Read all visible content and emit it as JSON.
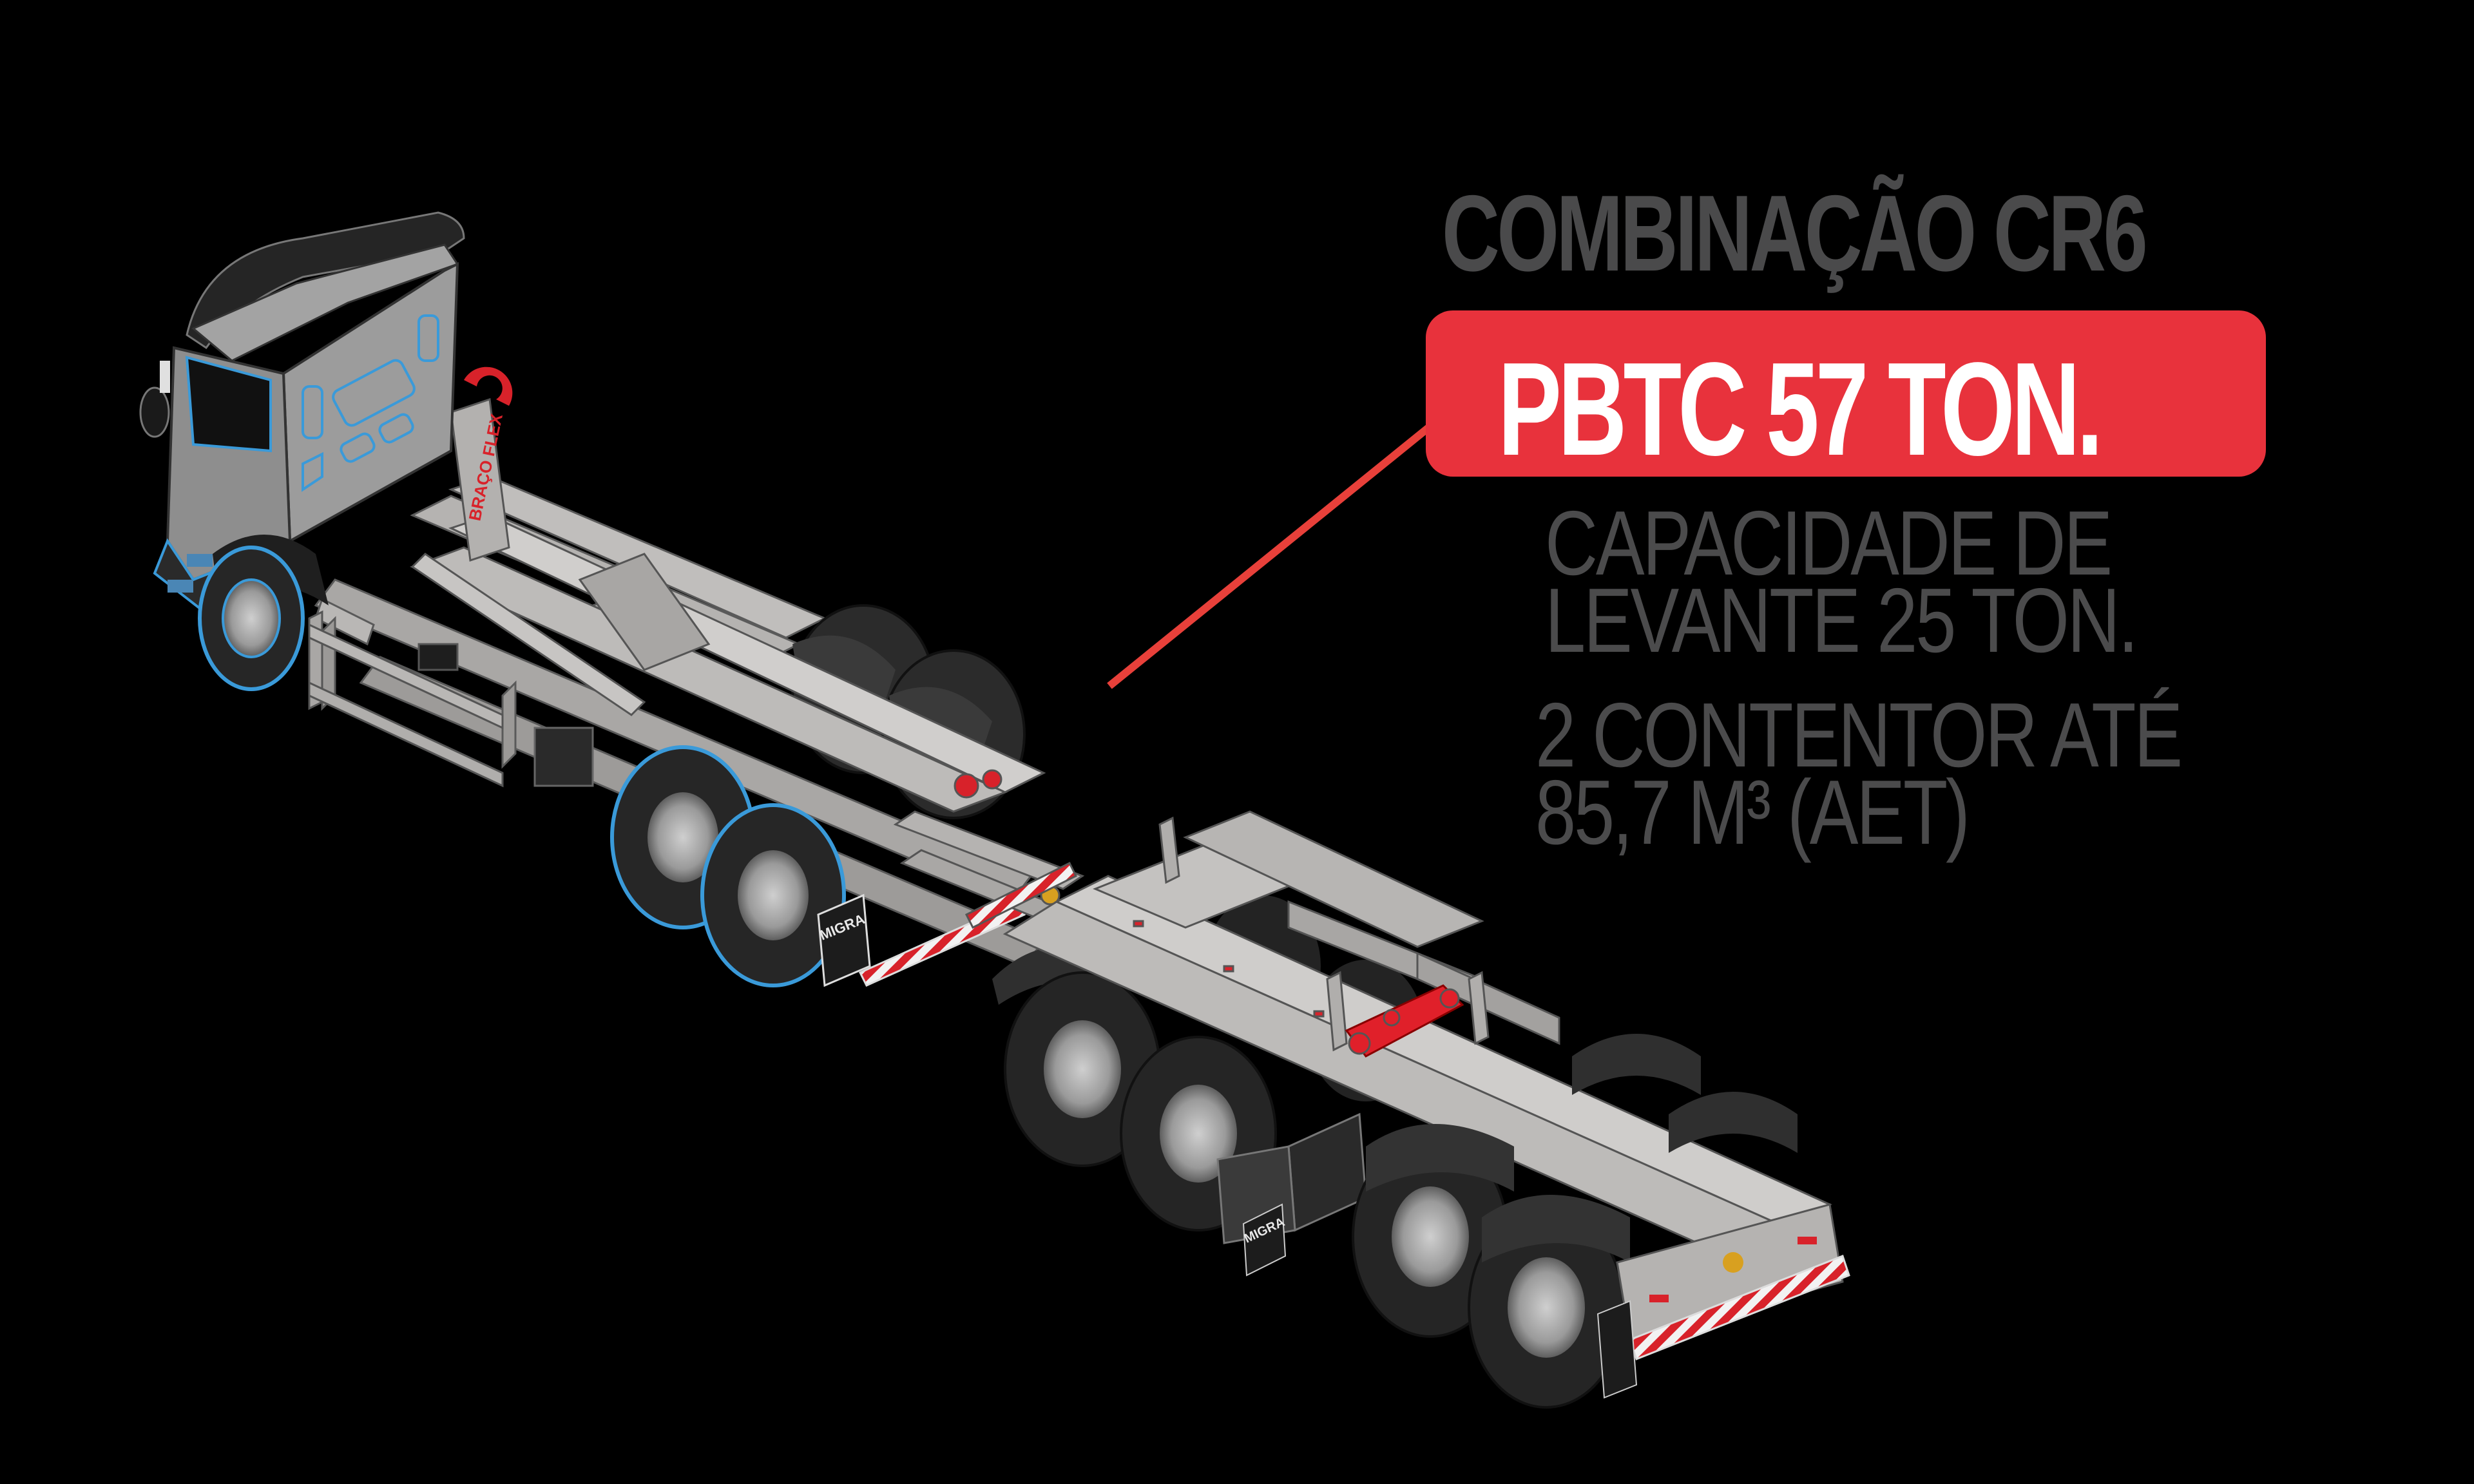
{
  "headline": {
    "title": "COMBINAÇÃO CR6",
    "badge": "PBTC 57 TON."
  },
  "specs": [
    {
      "line1": "CAPACIDADE DE",
      "line2": "LEVANTE 25 TON."
    },
    {
      "line1": "2 CONTENTOR ATÉ",
      "line2": "85,7 M³ (AET)"
    }
  ],
  "illustration": {
    "subject": "hooklift truck with tandem trailer (isometric CAD render)",
    "hook_arm_label": "BRAÇO FLEX",
    "mudflap_brand": "MIGRA"
  },
  "colors": {
    "background": "#000000",
    "title_gray": "#4a4a4b",
    "accent_red": "#e8323c",
    "callout_red": "#e8403a",
    "badge_text": "#ffffff",
    "frame_gray": "#a9a7a5",
    "tire_dark": "#2b2b2b",
    "cab_gray": "#9c9c9c",
    "highlight_blue": "#3a9ad9"
  }
}
